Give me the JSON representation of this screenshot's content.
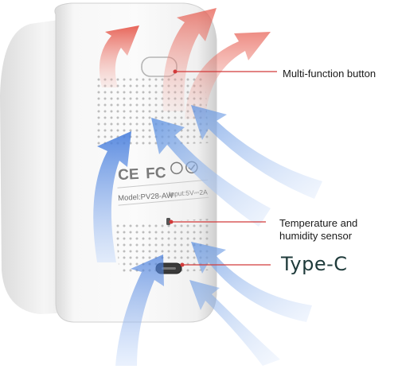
{
  "product": {
    "model_text": "Model:PV28-AW",
    "input_text": "Input:5V⎓2A",
    "certifications": [
      "CE",
      "FC"
    ]
  },
  "callouts": [
    {
      "id": "multi-function-button",
      "lines": [
        "Multi-function button"
      ]
    },
    {
      "id": "temperature-humidity-sensor",
      "lines": [
        "Temperature and",
        "humidity sensor"
      ]
    },
    {
      "id": "type-c-port",
      "lines": [
        "Type-C"
      ]
    }
  ],
  "colors": {
    "callout_line": "#d23a3a",
    "warm_arrow": "#e8564a",
    "cool_arrow": "#4a7fdc",
    "device_body": "#f2f2f2",
    "text": "#1a1a1a"
  },
  "icons": [
    "warm-air-arrow",
    "cool-air-arrow",
    "ventilation-holes",
    "usb-c-port"
  ]
}
